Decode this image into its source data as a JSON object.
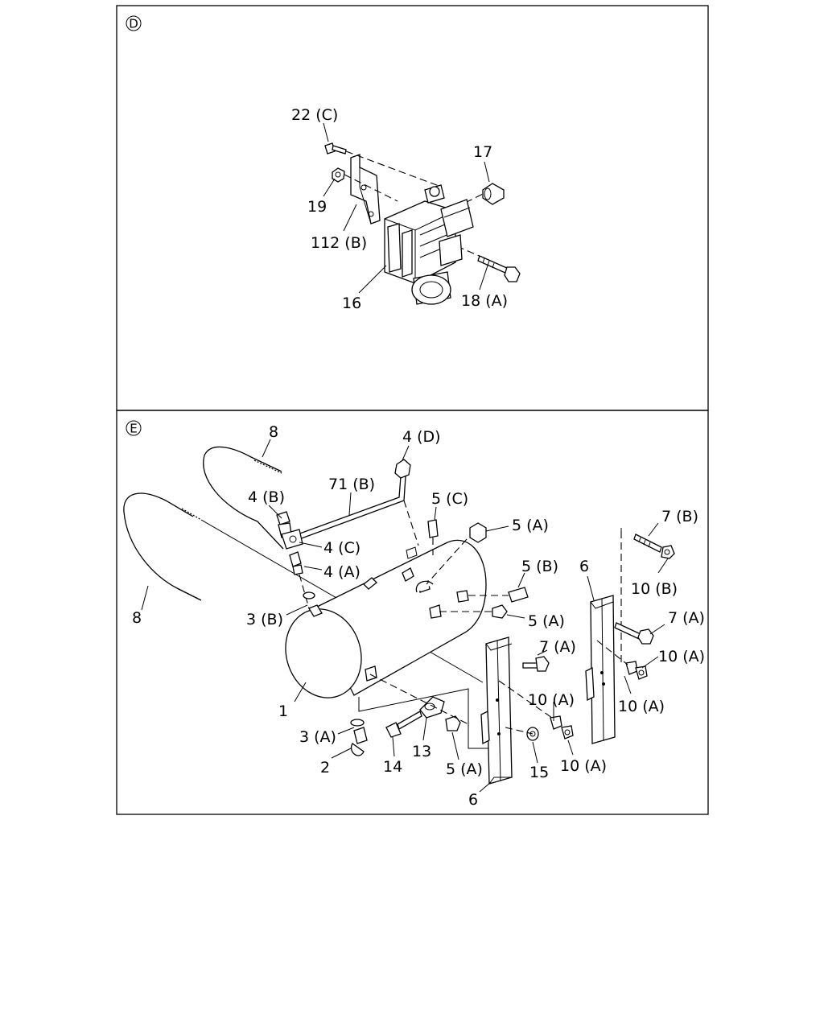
{
  "panel_d": {
    "marker": "D",
    "labels": {
      "l22c": "22 (C)",
      "l17": "17",
      "l19": "19",
      "l112b": "112 (B)",
      "l16": "16",
      "l18a": "18 (A)"
    }
  },
  "panel_e": {
    "marker": "E",
    "labels": {
      "l8_top": "8",
      "l4d": "4 (D)",
      "l71b": "71 (B)",
      "l4b": "4 (B)",
      "l5c": "5 (C)",
      "l5a_top": "5 (A)",
      "l4c": "4 (C)",
      "l4a": "4 (A)",
      "l7b": "7 (B)",
      "l6_right": "6",
      "l5b": "5 (B)",
      "l10b": "10 (B)",
      "l3b": "3 (B)",
      "l8_bottom": "8",
      "l5a_mid": "5 (A)",
      "l7a_right": "7 (A)",
      "l7a_mid": "7 (A)",
      "l10a_1": "10 (A)",
      "l10a_2": "10 (A)",
      "l10a_3": "10 (A)",
      "l10a_4": "10 (A)",
      "l1": "1",
      "l3a": "3 (A)",
      "l2": "2",
      "l14": "14",
      "l13": "13",
      "l5a_bottom": "5 (A)",
      "l15": "15",
      "l6_bottom": "6"
    }
  }
}
